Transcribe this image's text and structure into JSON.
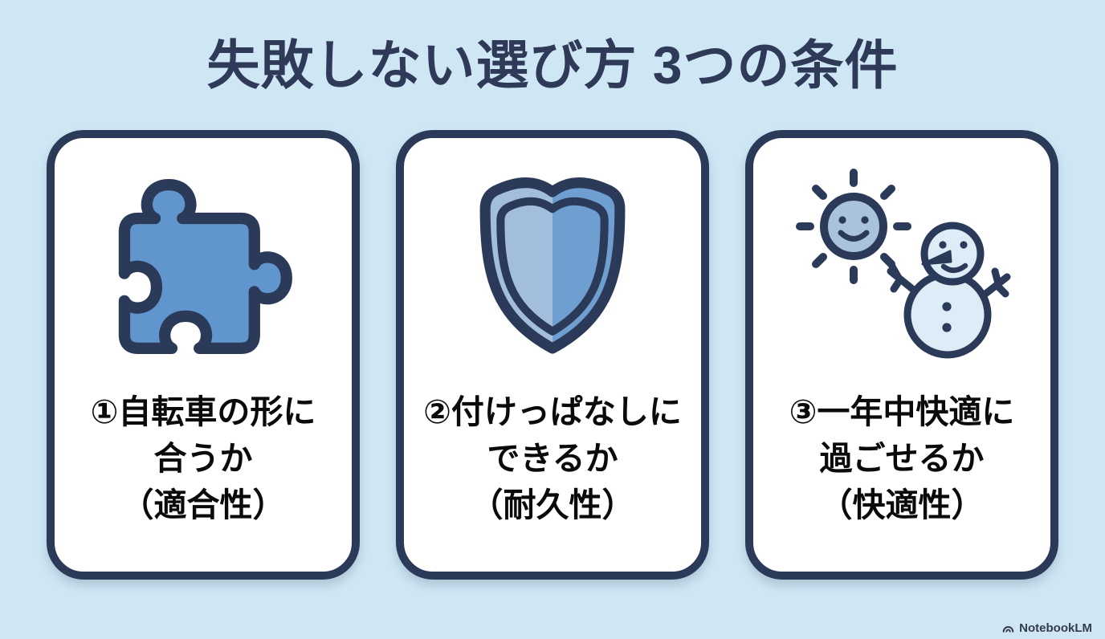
{
  "title": "失敗しない選び方 3つの条件",
  "cards": [
    {
      "icon": "puzzle-icon",
      "lines": [
        "①自転車の形に",
        "合うか",
        "（適合性）"
      ]
    },
    {
      "icon": "shield-icon",
      "lines": [
        "②付けっぱなしに",
        "できるか",
        "（耐久性）"
      ]
    },
    {
      "icon": "sun-snowman-icon",
      "lines": [
        "③一年中快適に",
        "過ごせるか",
        "（快適性）"
      ]
    }
  ],
  "footer": {
    "brand": "NotebookLM"
  },
  "colors": {
    "background": "#cfe7f5",
    "title_navy": "#2e3a57",
    "card_border_navy": "#2b3a58",
    "card_background": "#ffffff",
    "body_text": "#0a0a0a",
    "puzzle_fill": "#6195ce",
    "shield_left_fill": "#a3bedd",
    "shield_right_fill": "#6f9ed1",
    "sun_fill": "#a9c2de",
    "snowman_fill": "#dcedf7",
    "icon_outline_navy": "#2b3a58",
    "footer_text": "#333c4f"
  }
}
